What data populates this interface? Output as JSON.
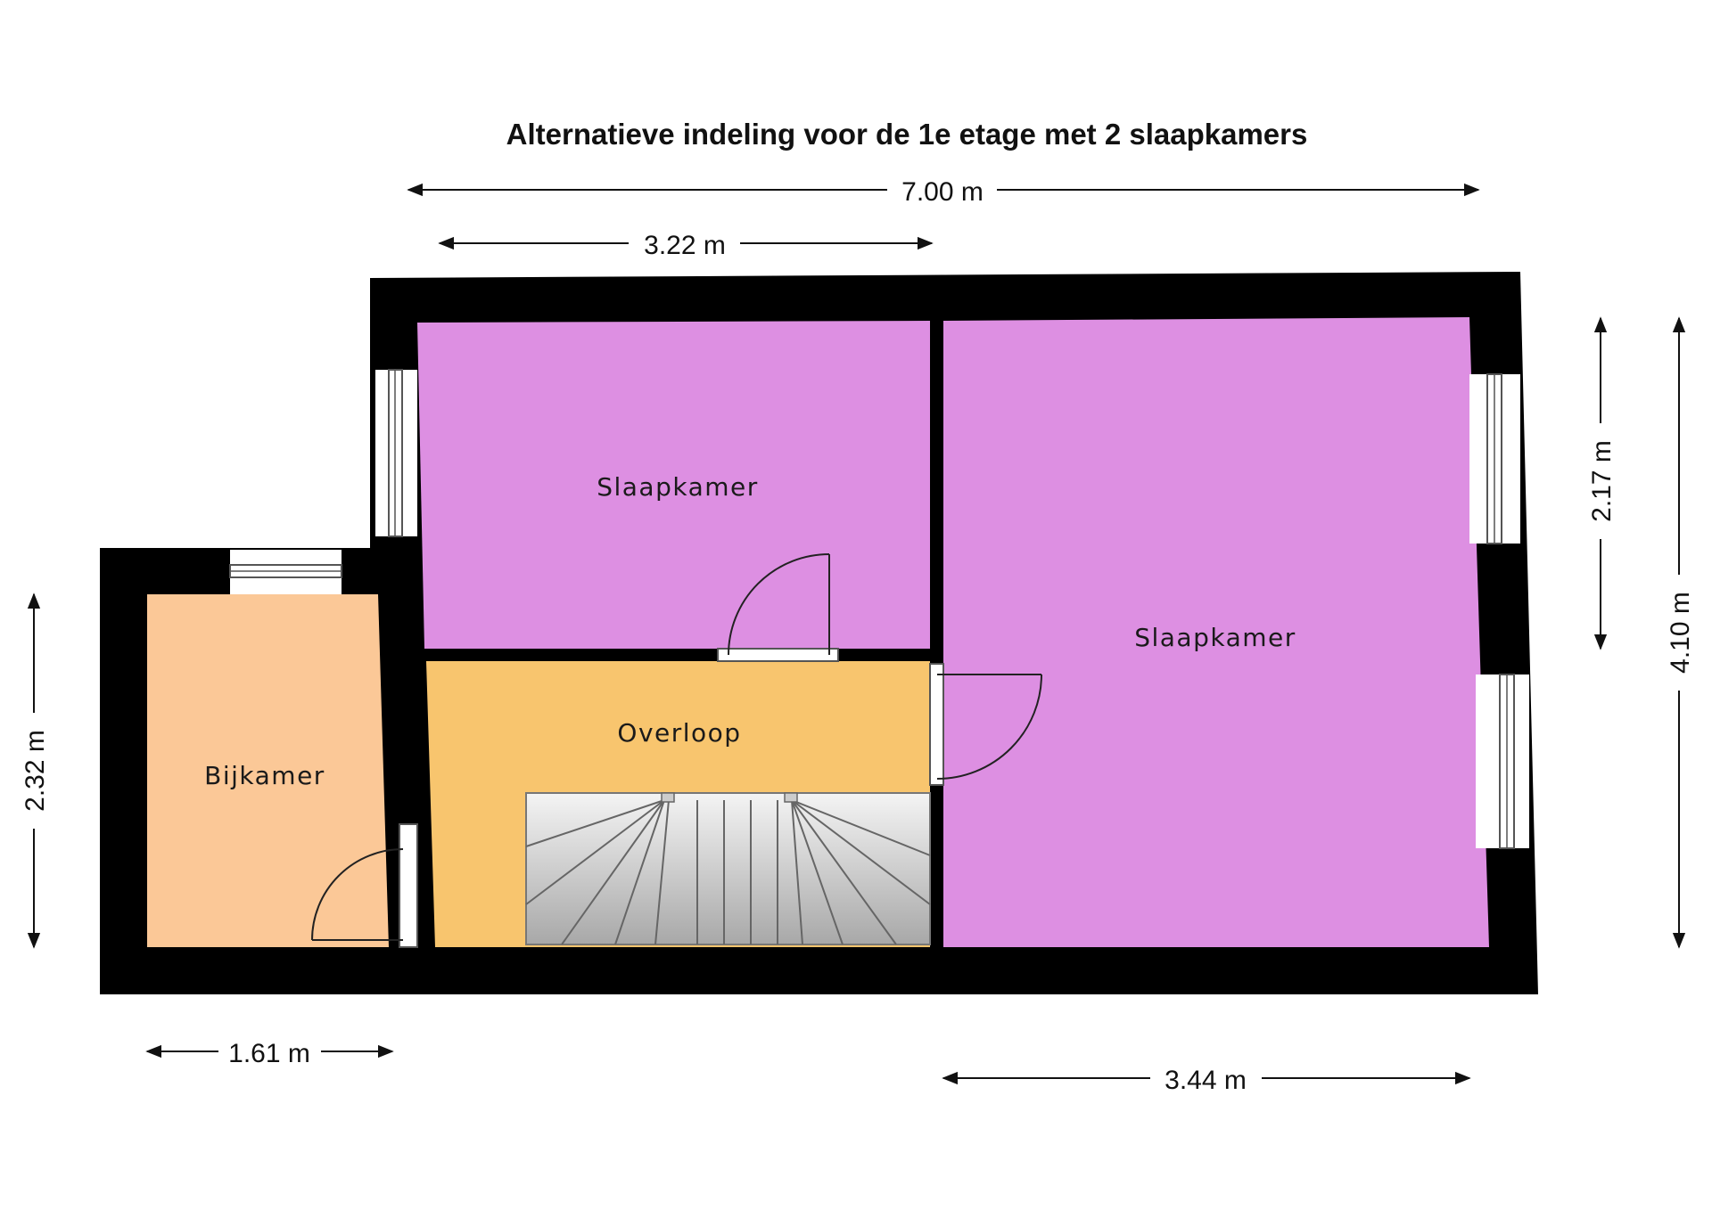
{
  "title": "Alternatieve indeling voor de 1e etage met 2 slaapkamers",
  "colors": {
    "wall": "#000000",
    "slaapkamer": "#dd8fe2",
    "overloop": "#f8c56e",
    "bijkamer": "#fbc897",
    "window": "#ffffff",
    "stair": "#d8d8d8"
  },
  "rooms": {
    "slaapkamer_1": "Slaapkamer",
    "slaapkamer_2": "Slaapkamer",
    "overloop": "Overloop",
    "bijkamer": "Bijkamer"
  },
  "dimensions": {
    "total_width": "7.00 m",
    "slaapkamer_1_width": "3.22 m",
    "bijkamer_width": "1.61 m",
    "slaapkamer_2_width": "3.44 m",
    "bijkamer_depth": "2.32 m",
    "window_wall_section": "2.17 m",
    "total_depth": "4.10 m"
  }
}
